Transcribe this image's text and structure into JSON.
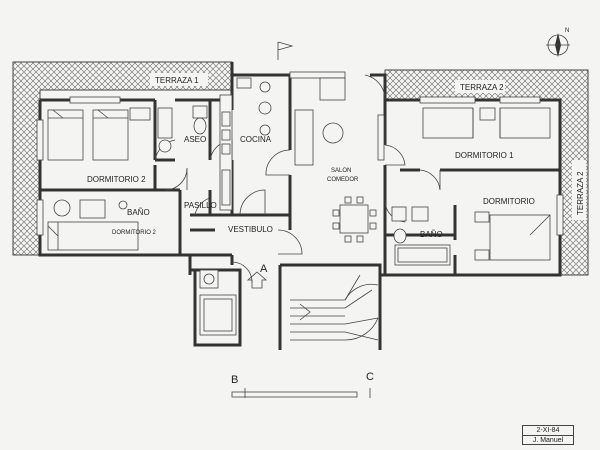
{
  "plan": {
    "compass_letter": "N",
    "rooms": {
      "terraza_1": "TERRAZA 1",
      "terraza_2_top": "TERRAZA 2",
      "terraza_2_side": "TERRAZA 2",
      "dormitorio_2_a": "DORMITORIO 2",
      "dormitorio_2_b": "DORMITORIO 2",
      "aseo": "ASEO",
      "cocina": "COCINA",
      "bano_left": "BAÑO",
      "pasillo": "PASILLO",
      "vestibulo": "VESTIBULO",
      "salon_1": "SALON",
      "salon_2": "COMEDOR",
      "dormitorio_1": "DORMITORIO 1",
      "dormitorio": "DORMITORIO",
      "bano_right": "BAÑO"
    },
    "markers": {
      "entrance": "A",
      "section_b": "B",
      "section_c": "C"
    }
  },
  "title_block": {
    "date": "2-XI-84",
    "author": "J. Manuel"
  },
  "colors": {
    "paper": "#f4f4f2",
    "ink": "#333333"
  }
}
